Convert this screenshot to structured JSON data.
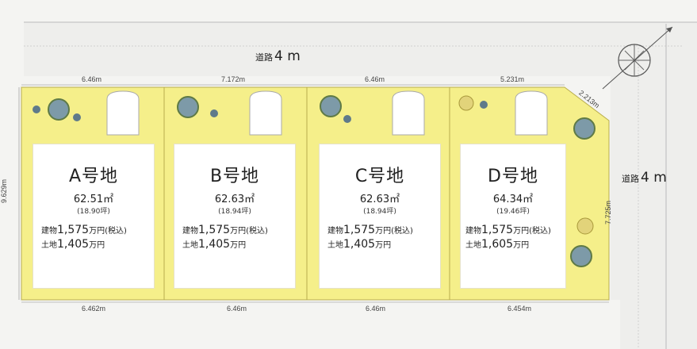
{
  "road_top": {
    "label": "道路",
    "width": "4 m"
  },
  "road_right": {
    "label": "道路",
    "width": "4 m"
  },
  "dims": {
    "top_a": "6.46m",
    "top_b": "7.172m",
    "top_c": "6.46m",
    "top_d": "5.231m",
    "diag": "2.213m",
    "left": "9.629m",
    "right": "7.725m",
    "bottom_a": "6.462m",
    "bottom_b": "6.46m",
    "bottom_c": "6.46m",
    "bottom_d": "6.454m"
  },
  "lots": [
    {
      "name": "A号地",
      "area": "62.51㎡",
      "tsubo": "(18.90坪)",
      "building_label": "建物",
      "building_price": "1,575",
      "building_unit": "万円(税込)",
      "land_label": "土地",
      "land_price": "1,405",
      "land_unit": "万円"
    },
    {
      "name": "B号地",
      "area": "62.63㎡",
      "tsubo": "(18.94坪)",
      "building_label": "建物",
      "building_price": "1,575",
      "building_unit": "万円(税込)",
      "land_label": "土地",
      "land_price": "1,405",
      "land_unit": "万円"
    },
    {
      "name": "C号地",
      "area": "62.63㎡",
      "tsubo": "(18.94坪)",
      "building_label": "建物",
      "building_price": "1,575",
      "building_unit": "万円(税込)",
      "land_label": "土地",
      "land_price": "1,405",
      "land_unit": "万円"
    },
    {
      "name": "D号地",
      "area": "64.34㎡",
      "tsubo": "(19.46坪)",
      "building_label": "建物",
      "building_price": "1,575",
      "building_unit": "万円(税込)",
      "land_label": "土地",
      "land_price": "1,605",
      "land_unit": "万円"
    }
  ],
  "colors": {
    "lot_fill": "#f5ef8a",
    "lot_border": "#b9ae4d",
    "road": "#ececec",
    "tree": "#7d9aa8",
    "tree_yellow": "#e2d37a"
  }
}
